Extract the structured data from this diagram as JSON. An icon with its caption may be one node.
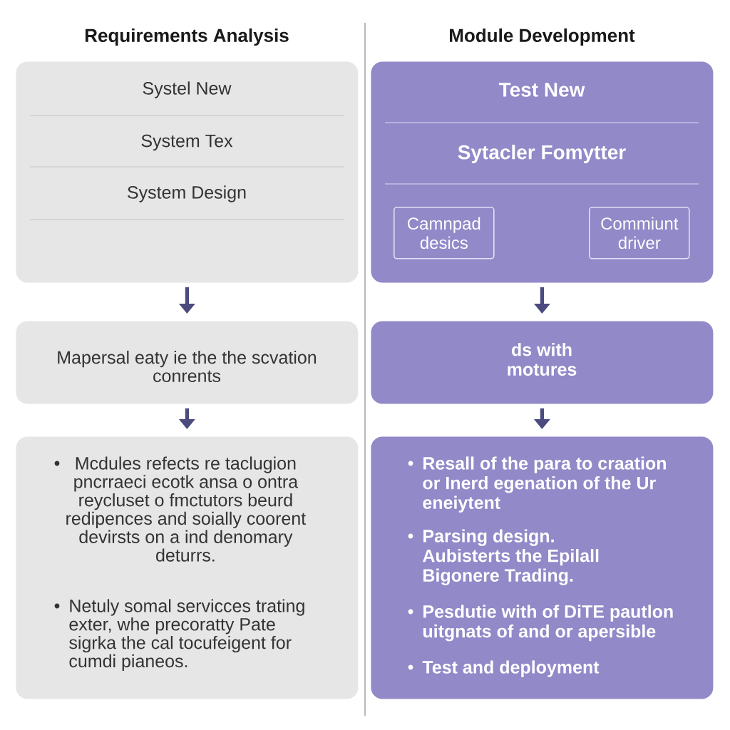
{
  "diagram": {
    "nodes": [
      {
        "text": [
          "Requirements Analysis",
          "Systel New",
          "System Tex",
          "System Design"
        ]
      },
      {
        "text": [
          "Module Development",
          "Test New",
          "Sytacler Fomytter"
        ]
      },
      {
        "text": [
          "Camnpad desics"
        ],
        "in": 1
      },
      {
        "text": [
          "Commiunt driver"
        ],
        "in": 1
      },
      {
        "text": [
          "Mapersal eaty ie the the scvation conrents"
        ]
      },
      {
        "text": [
          "ds with motures"
        ]
      },
      {
        "text": [
          "Mcdules refects re taclugion pncrraeci ecotk ansa o ontra reycluset o fmctutors beurd redipences and soially coorent devirsts on a ind denomary deturrs.",
          "Netuly somal servicces trating exter, whe precoratty Pate sigrka the cal tocufeigent for cumdi pianeos."
        ]
      },
      {
        "text": [
          "Resall of the para to craation or Inerd egenation of the Ur eneiytent",
          "Parsing design. Aubisterts the Epilall Bigonere Trading.",
          "Pesdutie with of DiTE pautlon uitgnats of and or apersible",
          "Test and deployment"
        ]
      }
    ],
    "edges": [
      {
        "from": 0,
        "to": 4,
        "arrow": "to"
      },
      {
        "from": 1,
        "to": 5,
        "arrow": "to"
      },
      {
        "from": 4,
        "to": 6,
        "arrow": "to"
      },
      {
        "from": 5,
        "to": 7,
        "arrow": "to"
      }
    ]
  }
}
